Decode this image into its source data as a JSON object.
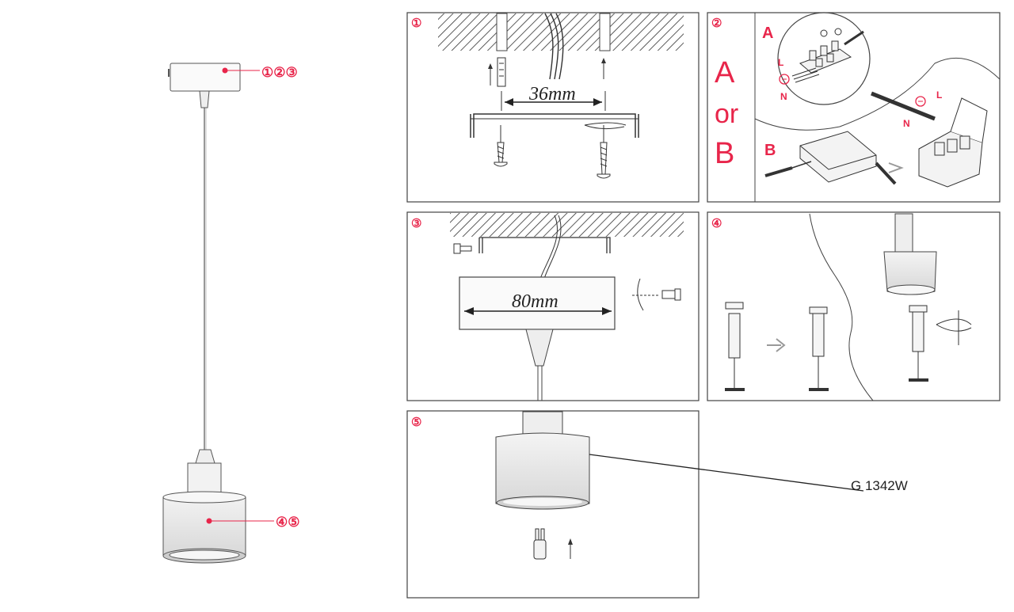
{
  "markers": {
    "top": "①②③",
    "bottom": "④⑤"
  },
  "panels": [
    {
      "num": "①",
      "dimension": "36mm"
    },
    {
      "num": "②",
      "option_a": "A",
      "option_or": "or",
      "option_b": "B",
      "sub_a": "A",
      "sub_b": "B",
      "wire_l": "L",
      "wire_n": "N",
      "wire_l2": "L",
      "wire_n2": "N"
    },
    {
      "num": "③",
      "dimension": "80mm"
    },
    {
      "num": "④"
    },
    {
      "num": "⑤"
    }
  ],
  "model": "G 1342W"
}
